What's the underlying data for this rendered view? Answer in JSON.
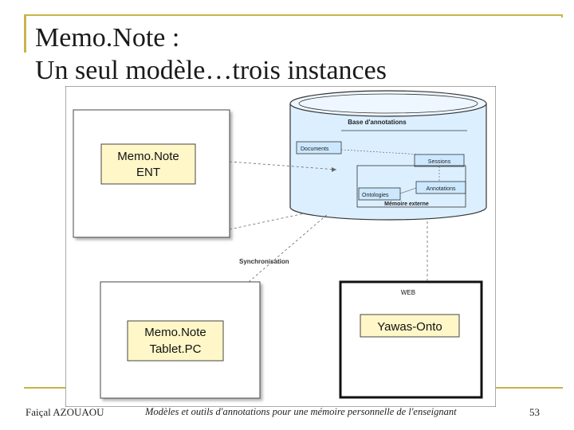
{
  "title": {
    "line1": "Memo.Note :",
    "line2": "Un seul modèle…trois instances"
  },
  "diagram": {
    "base_label": "Base d'annotations",
    "documents": "Documents",
    "sessions": "Sessions",
    "ontologies": "Ontologies",
    "annotations": "Annotations",
    "memoire": "Mémoire externe",
    "synchronisation": "Synchronisation",
    "web": "WEB",
    "ent": {
      "line1": "Memo.Note",
      "line2": "ENT"
    },
    "tablet": {
      "line1": "Memo.Note",
      "line2": "Tablet.PC"
    },
    "yawas": "Yawas-Onto"
  },
  "footer": {
    "author": "Faiçal AZOUAOU",
    "subtitle": "Modèles et outils d'annotations pour une mémoire personnelle de l'enseignant",
    "page": "53"
  },
  "colors": {
    "accent": "#c9b44a",
    "note_fill": "#fff7c8",
    "db_fill": "#dcefff",
    "box_fill": "#cce8ff"
  }
}
